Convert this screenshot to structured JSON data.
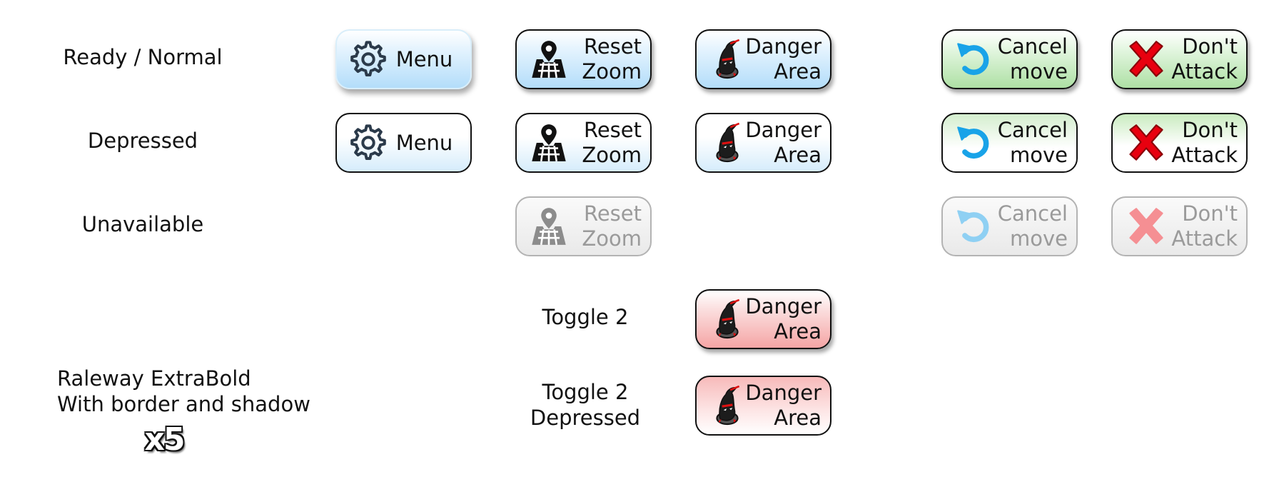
{
  "rows": {
    "ready": "Ready / Normal",
    "depressed": "Depressed",
    "unavailable": "Unavailable",
    "toggle2": "Toggle 2",
    "toggle2_depressed_line1": "Toggle 2",
    "toggle2_depressed_line2": "Depressed"
  },
  "footer": {
    "line1": "Raleway ExtraBold",
    "line2": "With border and shadow",
    "multiplier": "x5"
  },
  "buttons": {
    "menu": "Menu",
    "reset_line1": "Reset",
    "reset_line2": "Zoom",
    "danger_line1": "Danger",
    "danger_line2": "Area",
    "cancel_line1": "Cancel",
    "cancel_line2": "move",
    "dont_line1": "Don't",
    "dont_line2": "Attack"
  },
  "colors": {
    "blue_accent": "#b3ddfa",
    "green_accent": "#aee0a4",
    "red_accent": "#f5a5a5",
    "cancel_icon": "#19a3e8",
    "x_icon": "#e8000f"
  },
  "icons": {
    "menu": "gear-icon",
    "reset": "map-pin-icon",
    "danger": "ninja-character-icon",
    "cancel": "undo-arrow-icon",
    "dont": "x-cross-icon"
  }
}
